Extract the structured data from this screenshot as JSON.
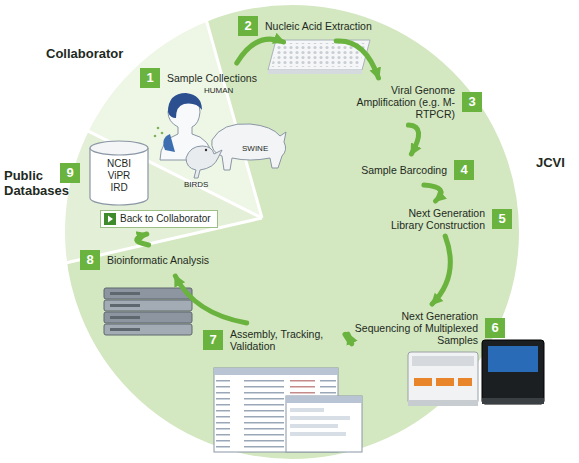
{
  "diagram": {
    "nodes": [
      {
        "text": [
          "1",
          "Sample Collections"
        ]
      },
      {
        "text": [
          "2",
          "Nucleic Acid Extraction"
        ]
      },
      {
        "text": [
          "3",
          "Viral Genome Amplification (e.g. M-RTPCR)"
        ]
      },
      {
        "text": [
          "4",
          "Sample Barcoding"
        ]
      },
      {
        "text": [
          "5",
          "Next Generation Library Construction"
        ]
      },
      {
        "text": [
          "6",
          "Next Generation Sequencing of Multiplexed Samples"
        ]
      },
      {
        "text": [
          "7",
          "Assembly, Tracking, Validation"
        ]
      },
      {
        "text": [
          "8",
          "Bioinformatic Analysis"
        ]
      },
      {
        "text": [
          "9",
          "NCBI ViPR IRD",
          "Back to Collaborator"
        ]
      }
    ],
    "edges": [
      {
        "from": 0,
        "to": 1,
        "arrow": "to"
      },
      {
        "from": 1,
        "to": 2,
        "arrow": "to"
      },
      {
        "from": 2,
        "to": 3,
        "arrow": "to"
      },
      {
        "from": 3,
        "to": 4,
        "arrow": "to"
      },
      {
        "from": 4,
        "to": 5,
        "arrow": "to"
      },
      {
        "from": 5,
        "to": 6,
        "arrow": "to"
      },
      {
        "from": 6,
        "to": 7,
        "arrow": "to"
      },
      {
        "from": 7,
        "to": 8,
        "arrow": "to"
      }
    ],
    "labels": [
      "Collaborator",
      "Public Databases",
      "JCVI",
      "HUMAN",
      "BIRDS",
      "SWINE"
    ]
  }
}
